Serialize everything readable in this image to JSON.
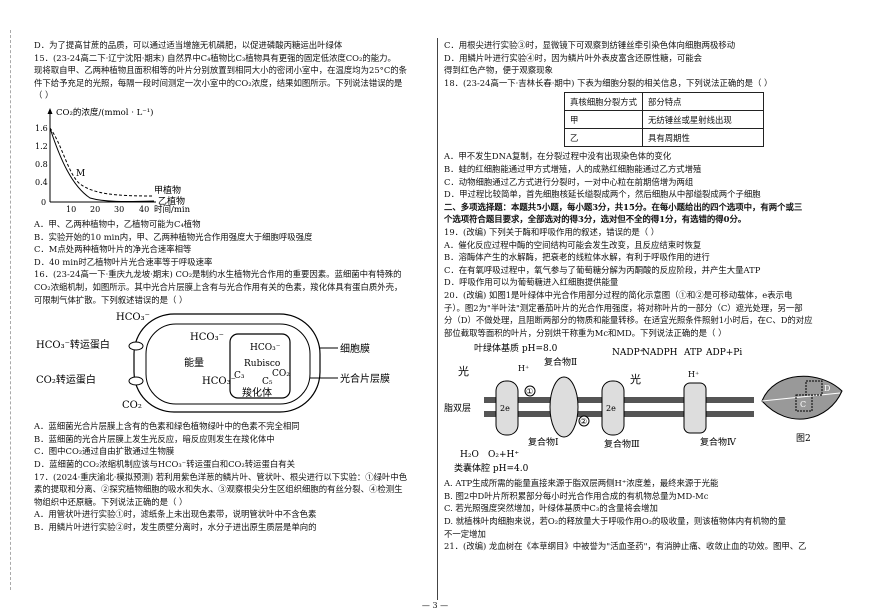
{
  "left": {
    "prev_d": "D．为了提高甘蔗的品质，可以通过适当增施无机磷肥，以促进磷酸丙糖运出叶绿体",
    "q15": {
      "stem1": "15．(23-24高二下·辽宁沈阳·期末) 自然界中C₄植物比C₃植物具有更强的固定低浓度CO₂的能力。",
      "stem2": "现将取自甲、乙两种植物且面积相等的叶片分别放置到相同大小的密闭小室中，在温度均为25°C的条",
      "stem3": "件下给予充足的光照，每隔一段时间测定一次小室中的CO₂浓度，结果如图所示。下列说法错误的是",
      "bracket": "（   ）",
      "chart": {
        "ylabel": "CO₂的浓度/(mmol · L⁻¹)",
        "xlabel": "时间/min",
        "yticks": [
          "1.6",
          "1.2",
          "0.8",
          "0.4",
          "0"
        ],
        "xticks": [
          "10",
          "20",
          "30",
          "40"
        ],
        "point_label": "M",
        "series": [
          "甲植物",
          "乙植物"
        ]
      },
      "A": "A．甲、乙两种植物中，乙植物可能为C₄植物",
      "B": "B．实验开始的10 min内，甲、乙两种植物光合作用强度大于细胞呼吸强度",
      "C": "C．M点处两种植物叶片的净光合速率相等",
      "D": "D．40 min时乙植物叶片光合速率等于呼吸速率"
    },
    "q16": {
      "stem1": "16．(23-24高一下·重庆九龙坡·期末) CO₂是制约水生植物光合作用的重要因素。蓝细菌中有特殊的",
      "stem2": "CO₂浓缩机制，如图所示。其中光合片层膜上含有与光合作用有关的色素，羧化体具有蛋白质外壳，",
      "stem3": "可限制气体扩散。下列叙述错误的是（      ）",
      "diagram": {
        "hco3_top": "HCO₃⁻",
        "hco3_transporter": "HCO₃⁻转运蛋白",
        "co2_transporter": "CO₂转运蛋白",
        "co2": "CO₂",
        "energy": "能量",
        "hco3_in": "HCO₃⁻",
        "hco3_mid": "HCO₃⁻",
        "rubisco": "Rubisco",
        "co2_in": "CO₂",
        "c3": "C₃",
        "c5": "C₅",
        "carboxysome": "羧化体",
        "membrane": "细胞膜",
        "thylakoid": "光合片层膜"
      },
      "A": "A．蓝细菌光合片层膜上含有的色素和绿色植物绿叶中的色素不完全相同",
      "B": "B．蓝细菌的光合片层膜上发生光反应，暗反应则发生在羧化体中",
      "C": "C．图中CO₂通过自由扩散通过生物膜",
      "D": "D．蓝细菌的CO₂浓缩机制应该与HCO₃⁻转运蛋白和CO₂转运蛋白有关"
    },
    "q17": {
      "stem1": "17．(2024·重庆渝北·模拟预测) 若利用紫色洋葱的鳞片叶、管状叶、根尖进行以下实验：①绿叶中色",
      "stem2": "素的提取和分离、②探究植物细胞的吸水和失水、③观察根尖分生区组织细胞的有丝分裂、④检测生",
      "stem3": "物组织中还原糖。下列说法正确的是（      ）",
      "A": "A．用管状叶进行实验①时，滤纸条上未出现色素带，说明管状叶中不含色素",
      "B": "B．用鳞片叶进行实验②时，发生质壁分离时，水分子进出原生质层是单向的"
    }
  },
  "right": {
    "q17c": "C．用根尖进行实验③时，显微镜下可观察到纺锤丝牵引染色体向细胞两极移动",
    "q17d1": "D．用鳞片叶进行实验④时，因为鳞片叶外表皮富含还原性糖，可能会",
    "q17d2": "得到红色产物，便于观察现象",
    "q18": {
      "stem": "18．(23-24高一下·吉林长春·期中) 下表为细胞分裂的相关信息，下列说法正确的是（      ）",
      "table": [
        [
          "真核细胞分裂方式",
          "部分特点"
        ],
        [
          "甲",
          "无纺锤丝或星射线出现"
        ],
        [
          "乙",
          "具有周期性"
        ]
      ],
      "A": "A．甲不发生DNA复制，在分裂过程中没有出现染色体的变化",
      "B": "B．蛙的红细胞能通过甲方式增殖，人的成熟红细胞能通过乙方式增殖",
      "C": "C．动物细胞通过乙方式进行分裂时，一对中心粒在前期倍增为两组",
      "D": "D．甲过程比较简单，首先细胞核延长缢裂成两个，然后细胞从中部缢裂成两个子细胞"
    },
    "sec2_1": "二、多项选择题：本题共5小题，每小题3分，共15分。在每小题给出的四个选项中，有两个或三",
    "sec2_2": "个选项符合题目要求，全部选对的得3分，选对但不全的得1分，有选错的得0分。",
    "q19": {
      "stem": "19．(改编) 下列关于酶和呼吸作用的叙述，错误的是（      ）",
      "A": "A．催化反应过程中酶的空间结构可能会发生改变，且反应结束时恢复",
      "B": "B．溶酶体产生的水解酶，把衰老的线粒体水解，有利于呼吸作用的进行",
      "C": "C．在有氧呼吸过程中，氧气参与了葡萄糖分解为丙酮酸的反应阶段，并产生大量ATP",
      "D": "D．呼吸作用可以为葡萄糖进入红细胞提供能量"
    },
    "q20": {
      "stem1": "20．(改编) 如图1是叶绿体中光合作用部分过程的简化示意图（①和②是可移动载体，e表示电",
      "stem2": "子）。图2为\"半叶法\"测定番茄叶片的光合作用强度，将对称叶片的一部分（C）遮光处理，另一部",
      "stem3": "分（D）不做处理，且阻断两部分的物质和能量转移。在适宜光照条件照射1小时后，在C、D的对应",
      "stem4": "部位截取等面积的叶片，分别烘干称重为Mc和MD。下列说法正确的是（   ）",
      "fig1": {
        "stroma": "叶绿体基质 pH=8.0",
        "lumen": "类囊体腔 pH=4.0",
        "light1": "光",
        "light2": "光",
        "bilayer": "脂双层",
        "nadp": "NADP⁺",
        "nadph": "NADPH",
        "atp": "ATP",
        "adp": "ADP+Pi",
        "h1": "H⁺",
        "h2": "H⁺",
        "c1": "复合物Ⅰ",
        "c2": "复合物Ⅱ",
        "c3": "复合物Ⅲ",
        "c4": "复合物Ⅳ",
        "e": "2e",
        "water": "H₂O",
        "o2": "O₂+H⁺",
        "m1": "①",
        "m2": "②"
      },
      "fig2": {
        "c": "C",
        "d": "D",
        "caption": "图2"
      },
      "A": "A. ATP生成所需的能量直接来源于脂双层两侧H⁺浓度差，最终来源于光能",
      "B": "B. 图2中D叶片所积累部分每小时光合作用合成的有机物总量为MD-Mc",
      "C": "C. 若光照强度突然增加，叶绿体基质中C₃的含量将会增加",
      "D1": "D. 就植株叶肉细胞来说，若O₂的释放量大于呼吸作用O₂的吸收量，则该植物体内有机物的量",
      "D2": "不一定增加"
    },
    "q21": "21．(改编) 龙血树在《本草纲目》中被誉为\"活血圣药\"，有消肿止痛、收敛止血的功效。图甲、乙"
  },
  "footer": "— 3 —"
}
